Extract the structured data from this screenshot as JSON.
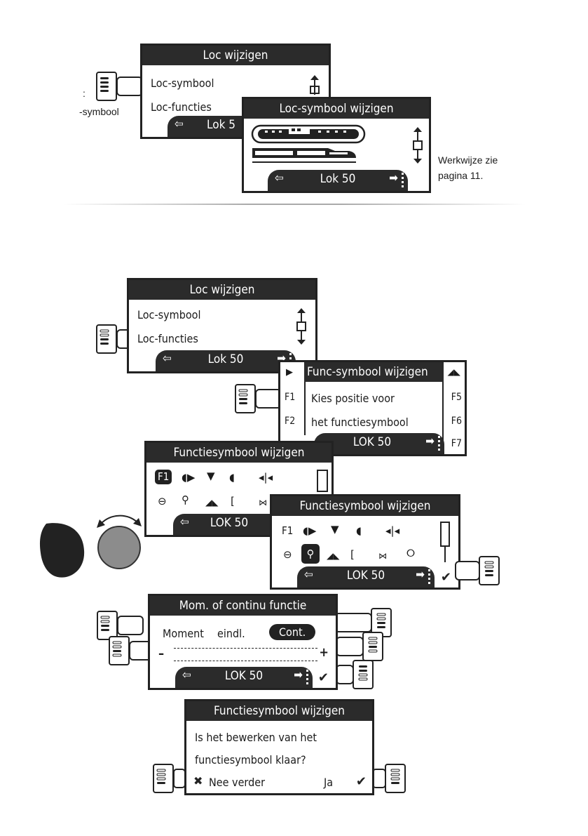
{
  "top": {
    "left_label_colon": ":",
    "left_label": "-symbool",
    "s1": {
      "title": "Loc wijzigen",
      "row1": "Loc-symbool",
      "row2": "Loc-functies",
      "footer": "Lok 5"
    },
    "s2": {
      "title": "Loc-symbool wijzigen",
      "footer": "Lok 50"
    },
    "note": [
      "Werkwijze zie",
      "pagina 11."
    ]
  },
  "mid": {
    "s3": {
      "title": "Loc wijzigen",
      "row1": "Loc-symbool",
      "row2": "Loc-functies",
      "footer": "Lok 50"
    },
    "s4": {
      "title": "Func-symbool wijzigen",
      "row1": "Kies positie voor",
      "row2": "het functiesymbool",
      "footer": "LOK 50",
      "left_labels": [
        "F1",
        "F2"
      ],
      "right_labels": [
        "F5",
        "F6",
        "F7"
      ]
    },
    "s5": {
      "title": "Functiesymbool wijzigen",
      "f1": "F1",
      "footer": "LOK 50"
    },
    "s6": {
      "title": "Functiesymbool wijzigen",
      "f1": "F1",
      "footer": "LOK 50"
    },
    "s7": {
      "title": "Mom. of continu functie",
      "moment": "Moment",
      "eindl": "eindl.",
      "cont": "Cont.",
      "minus": "–",
      "plus": "+",
      "footer": "LOK 50"
    },
    "s8": {
      "title": "Functiesymbool wijzigen",
      "row1": "Is het bewerken van het",
      "row2": "functiesymbool klaar?",
      "no": "Nee verder",
      "yes": "Ja"
    }
  },
  "colors": {
    "screen_dark": "#2b2b2b",
    "knob": "#8c8c8c"
  }
}
